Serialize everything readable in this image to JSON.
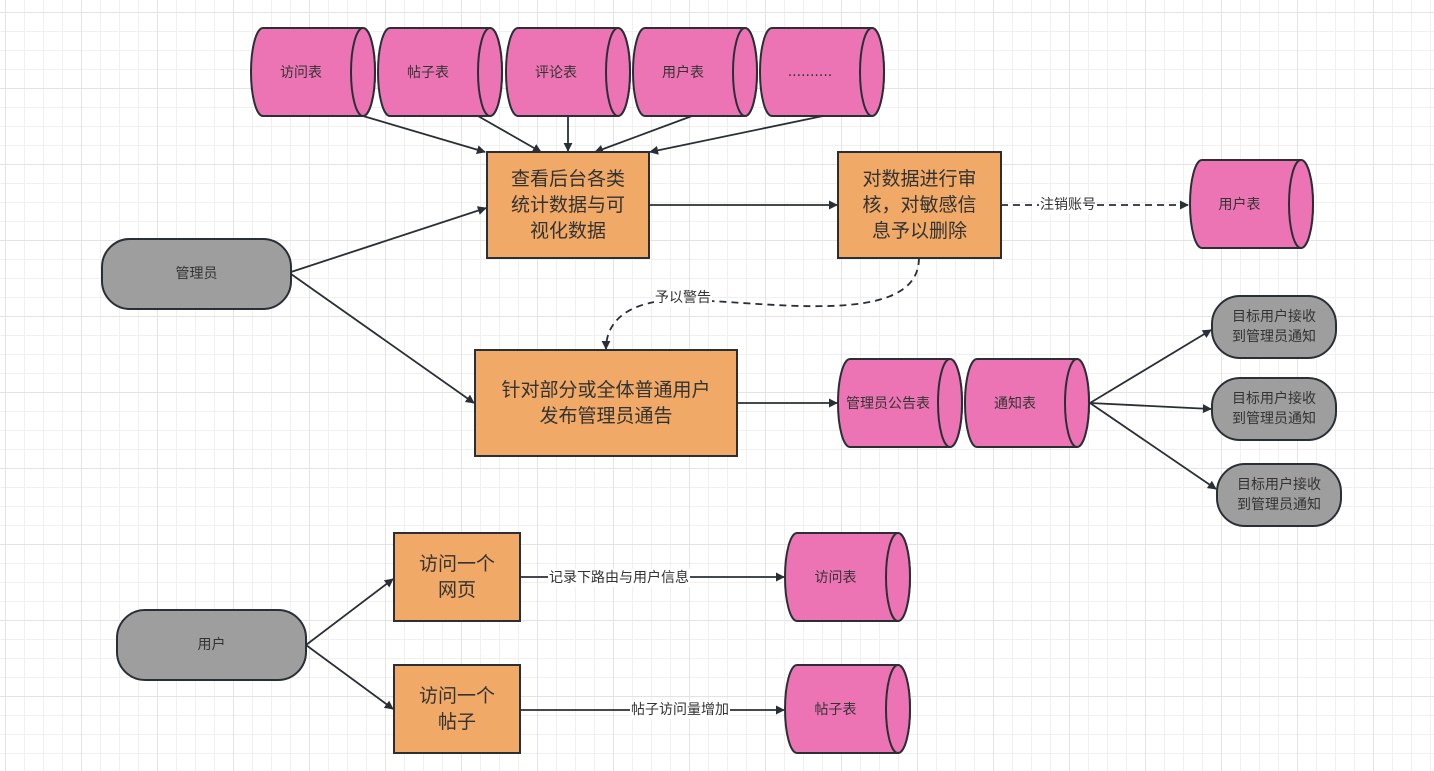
{
  "colors": {
    "process_fill": "#f0a966",
    "database_fill": "#ed74b4",
    "actor_fill": "#9e9e9e",
    "stroke": "#2a2f36",
    "text": "#333333"
  },
  "nodes": {
    "table_visit_top": {
      "label": "访问表",
      "type": "database"
    },
    "table_post_top": {
      "label": "帖子表",
      "type": "database"
    },
    "table_comment_top": {
      "label": "评论表",
      "type": "database"
    },
    "table_user_top": {
      "label": "用户表",
      "type": "database"
    },
    "table_more_top": {
      "label": "..........",
      "type": "database"
    },
    "view_stats": {
      "label": "查看后台各类\n统计数据与可\n视化数据",
      "type": "process"
    },
    "audit_data": {
      "label": "对数据进行审\n核，对敏感信\n息予以删除",
      "type": "process"
    },
    "table_user_right": {
      "label": "用户表",
      "type": "database"
    },
    "admin": {
      "label": "管理员",
      "type": "actor"
    },
    "publish_notice": {
      "label": "针对部分或全体普通用户\n发布管理员通告",
      "type": "process"
    },
    "table_announcement": {
      "label": "管理员公告表",
      "type": "database"
    },
    "table_notification": {
      "label": "通知表",
      "type": "database"
    },
    "receiver_1": {
      "label": "目标用户接收\n到管理员通知",
      "type": "actor"
    },
    "receiver_2": {
      "label": "目标用户接收\n到管理员通知",
      "type": "actor"
    },
    "receiver_3": {
      "label": "目标用户接收\n到管理员通知",
      "type": "actor"
    },
    "user": {
      "label": "用户",
      "type": "actor"
    },
    "visit_page": {
      "label": "访问一个\n网页",
      "type": "process"
    },
    "visit_post": {
      "label": "访问一个\n帖子",
      "type": "process"
    },
    "table_visit_bottom": {
      "label": "访问表",
      "type": "database"
    },
    "table_post_bottom": {
      "label": "帖子表",
      "type": "database"
    }
  },
  "edges": {
    "deactivate": {
      "label": "注销账号",
      "style": "dashed"
    },
    "warn": {
      "label": "予以警告",
      "style": "dashed"
    },
    "record_route": {
      "label": "记录下路由与用户信息",
      "style": "solid"
    },
    "post_views": {
      "label": "帖子访问量增加",
      "style": "solid"
    }
  }
}
